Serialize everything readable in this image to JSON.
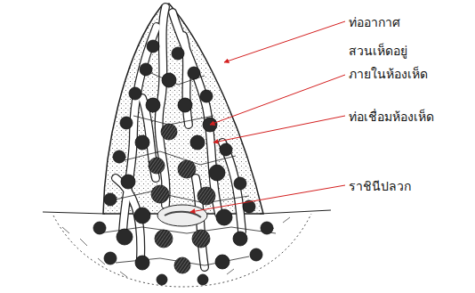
{
  "diagram": {
    "labels": [
      "ท่ออากาศ",
      "สวนเห็ดอยู่ ภายในห้องเห็ด",
      "ท่อเชื่อมห้องเห็ด",
      "ราชินีปลวก"
    ]
  }
}
